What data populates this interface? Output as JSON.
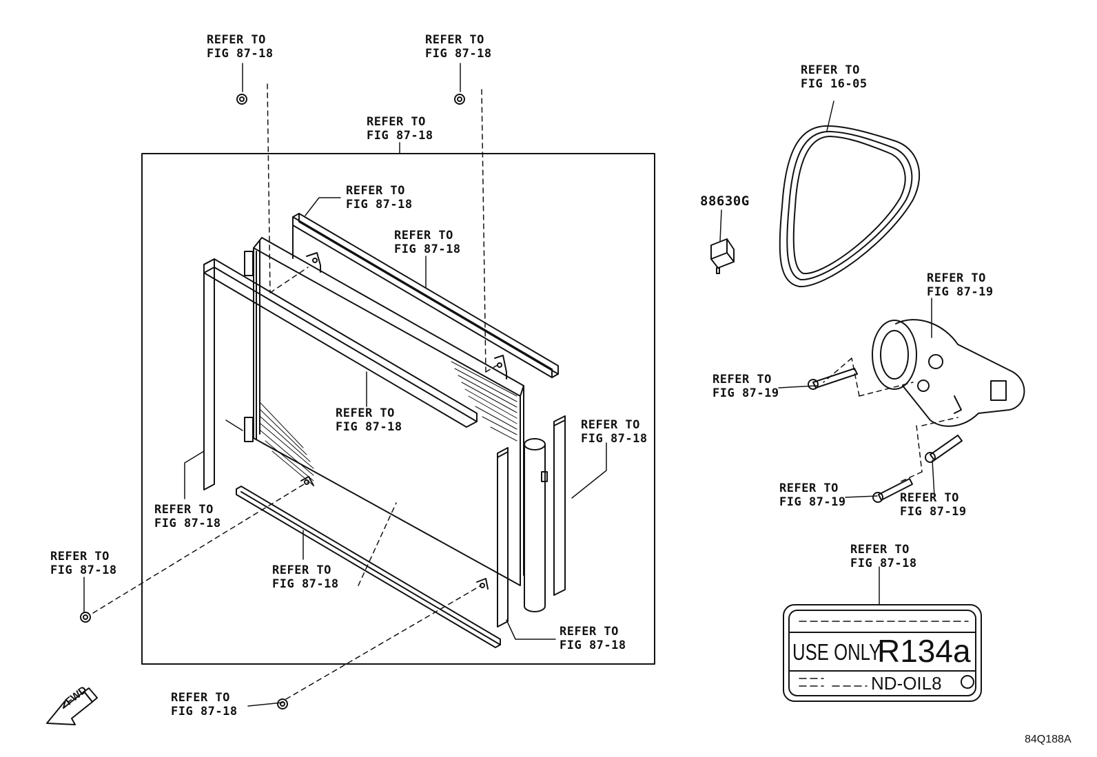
{
  "refs": {
    "fig_87_18": [
      "REFER TO",
      "FIG 87-18"
    ],
    "fig_87_19": [
      "REFER TO",
      "FIG 87-19"
    ],
    "fig_16_05": [
      "REFER TO",
      "FIG 16-05"
    ]
  },
  "part_number": "88630G",
  "label_plate": {
    "line1": "USE ONLY",
    "refrigerant": "R134a",
    "oil": "ND-OIL8"
  },
  "fwd_arrow": "FWD",
  "diagram_code": "84Q188A"
}
